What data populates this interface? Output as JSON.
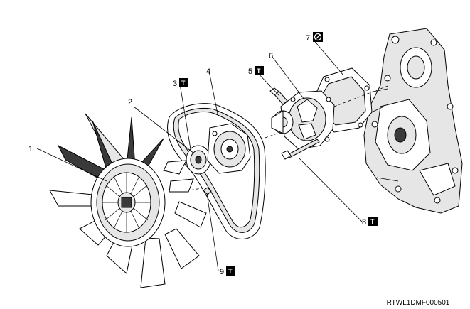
{
  "callouts": [
    {
      "num": "1",
      "badge": ""
    },
    {
      "num": "2",
      "badge": ""
    },
    {
      "num": "3",
      "badge": "T"
    },
    {
      "num": "4",
      "badge": ""
    },
    {
      "num": "5",
      "badge": "T"
    },
    {
      "num": "6",
      "badge": ""
    },
    {
      "num": "7",
      "badge": "no-reuse"
    },
    {
      "num": "8",
      "badge": "T"
    },
    {
      "num": "9",
      "badge": "T"
    }
  ],
  "badge_glyphs": {
    "torque": "T"
  },
  "reference_code": "RTWL1DMF000501",
  "icons": {
    "torque": "torque-wrench-icon",
    "no_reuse": "do-not-reuse-icon"
  }
}
